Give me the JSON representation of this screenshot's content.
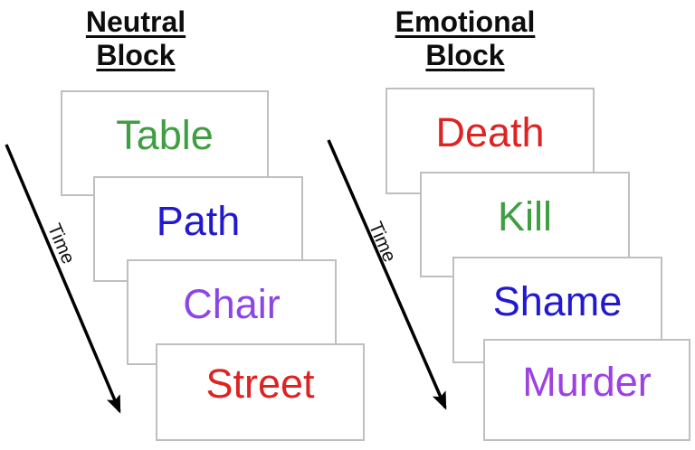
{
  "figure": {
    "background": "#ffffff",
    "card_border_color": "#bfbfbf",
    "arrow_color": "#000000",
    "title_color": "#0d0d0d"
  },
  "blocks": [
    {
      "title_line1": "Neutral",
      "title_line2": "Block",
      "time_label": "Time",
      "cards": [
        {
          "word": "Table",
          "color": "#3f9e41"
        },
        {
          "word": "Path",
          "color": "#2219cf"
        },
        {
          "word": "Chair",
          "color": "#8d46e6"
        },
        {
          "word": "Street",
          "color": "#dc2423"
        }
      ]
    },
    {
      "title_line1": "Emotional",
      "title_line2": "Block",
      "time_label": "Time",
      "cards": [
        {
          "word": "Death",
          "color": "#dc2423"
        },
        {
          "word": "Kill",
          "color": "#3f9e41"
        },
        {
          "word": "Shame",
          "color": "#2219cf"
        },
        {
          "word": "Murder",
          "color": "#9d41e3"
        }
      ]
    }
  ]
}
